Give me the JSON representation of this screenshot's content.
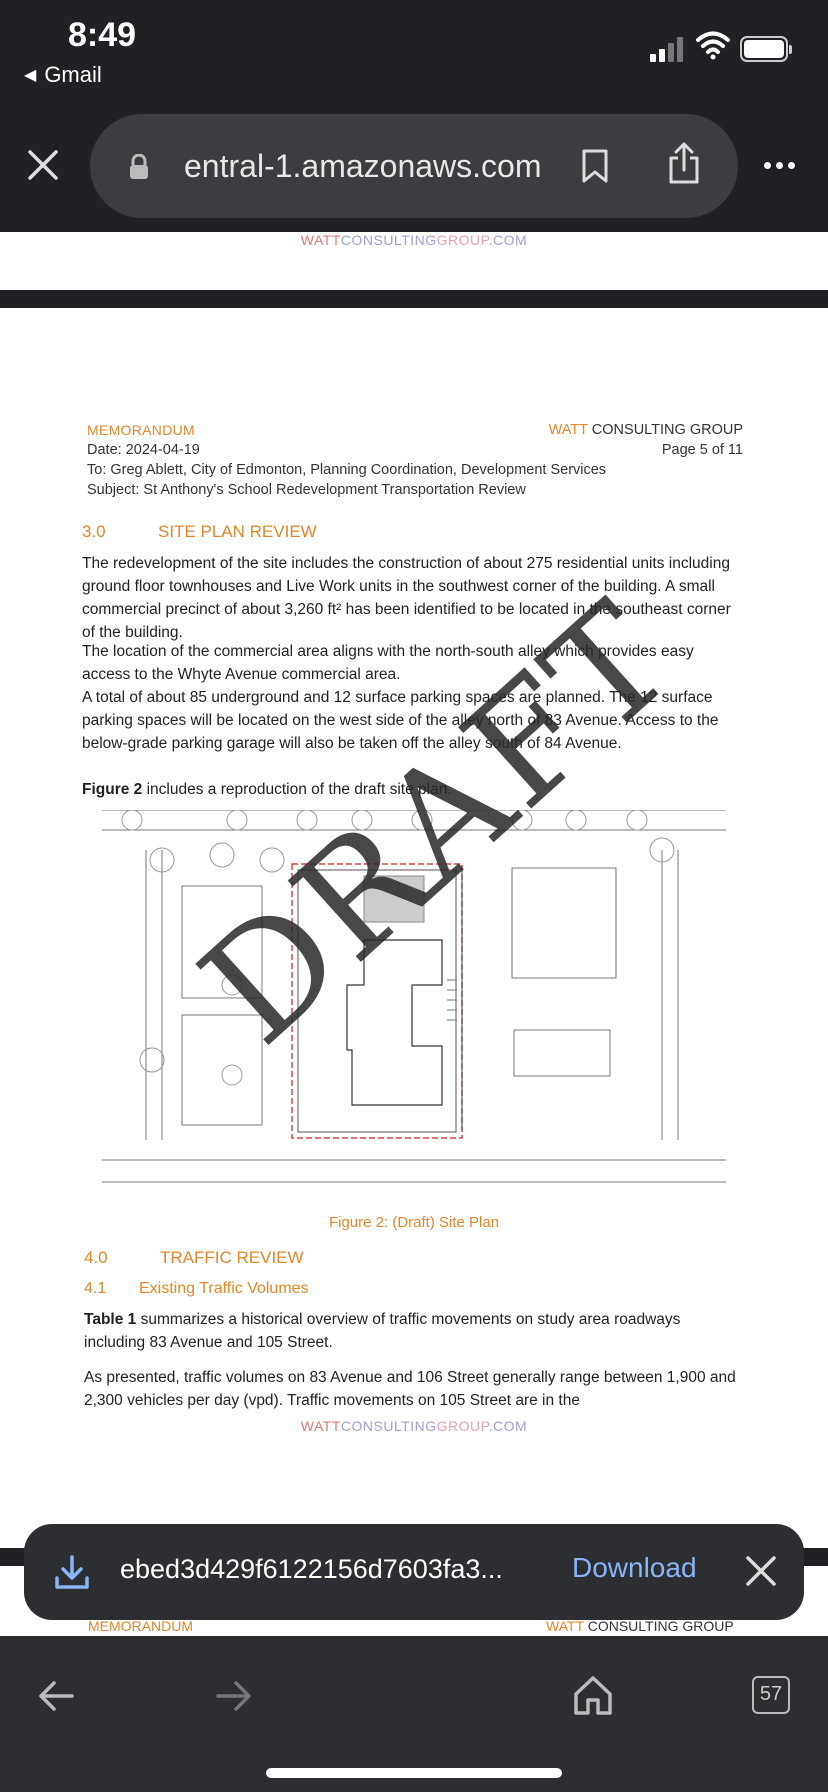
{
  "status_bar": {
    "time": "8:49",
    "back_app": "Gmail"
  },
  "browser": {
    "url": "entral-1.amazonaws.com"
  },
  "document": {
    "footer_brand": {
      "watt": "WATT",
      "consulting": "CONSULTING",
      "group": "GROUP",
      "suffix": ".COM"
    },
    "memo": {
      "label": "MEMORANDUM",
      "brand_watt": "WATT",
      "brand_rest": " CONSULTING GROUP",
      "date": "Date: 2024-04-19",
      "page": "Page 5 of 11",
      "to": "To: Greg Ablett, City of Edmonton, Planning Coordination, Development Services",
      "subject": "Subject: St Anthony's School Redevelopment Transportation Review"
    },
    "section3": {
      "number": "3.0",
      "title": "SITE PLAN REVIEW",
      "p1": "The redevelopment of the site includes the construction of about 275 residential units including ground floor townhouses and Live Work units in the southwest corner of the building.  A small commercial precinct of about 3,260 ft² has been identified to be located in the southeast corner of the building.",
      "p2": "The location of the commercial area aligns with the north-south alley which provides easy access to the Whyte Avenue commercial area.",
      "p3": "A total of about 85 underground and 12 surface parking spaces are planned. The 12 surface parking spaces will be located on the west side of the alley north of 83 Avenue. Access to the below-grade parking garage will also be taken off the alley south of 84 Avenue.",
      "p4_bold": "Figure 2",
      "p4_rest": " includes a reproduction of the draft site plan."
    },
    "figure_caption": "Figure 2: (Draft) Site Plan",
    "watermark": "DRAFT",
    "section4": {
      "number": "4.0",
      "title": "TRAFFIC REVIEW",
      "sub_number": "4.1",
      "sub_title": "Existing Traffic Volumes",
      "p1_bold": "Table 1",
      "p1_rest": " summarizes a historical overview of traffic movements on study area roadways including 83 Avenue and 105 Street.",
      "p2": "As presented, traffic volumes on 83 Avenue and 106 Street generally range between 1,900 and 2,300 vehicles per day (vpd). Traffic movements on 105 Street are in the"
    }
  },
  "download_bar": {
    "filename": "ebed3d429f6122156d7603fa3...",
    "button": "Download"
  },
  "next_page": {
    "memo": "MEMORANDUM",
    "brand_watt": "WATT",
    "brand_rest": " CONSULTING GROUP"
  },
  "bottom_nav": {
    "tab_count": "57"
  },
  "colors": {
    "accent_orange": "#e3862a",
    "link_blue": "#8ab4f8",
    "chrome_dark": "#202124"
  }
}
